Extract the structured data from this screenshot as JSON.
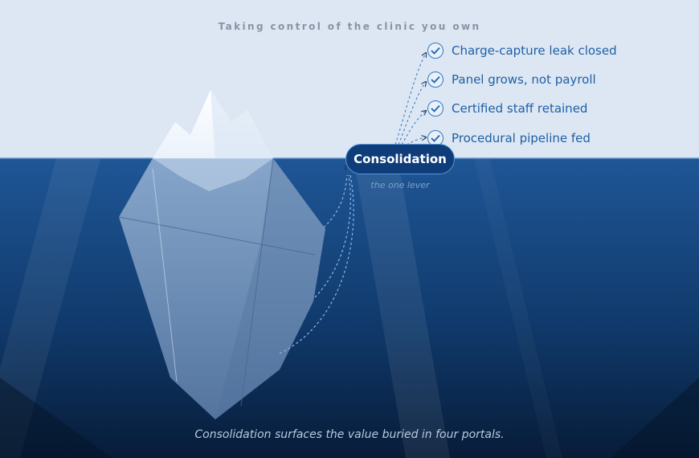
{
  "title": "Taking control of the clinic you own",
  "hub": {
    "label": "Consolidation",
    "sublabel": "the one lever"
  },
  "outcomes": [
    {
      "label": "Charge-capture leak closed",
      "icon": "check-circle-icon"
    },
    {
      "label": "Panel grows, not payroll",
      "icon": "check-circle-icon"
    },
    {
      "label": "Certified staff retained",
      "icon": "check-circle-icon"
    },
    {
      "label": "Procedural pipeline fed",
      "icon": "check-circle-icon"
    }
  ],
  "caption": "Consolidation surfaces the value buried in four portals.",
  "colors": {
    "sky": "#dde7f3",
    "water_top": "#1f5696",
    "water_bottom": "#071c38",
    "accent": "#1e5fa6",
    "pill": "#0f3d7a"
  }
}
